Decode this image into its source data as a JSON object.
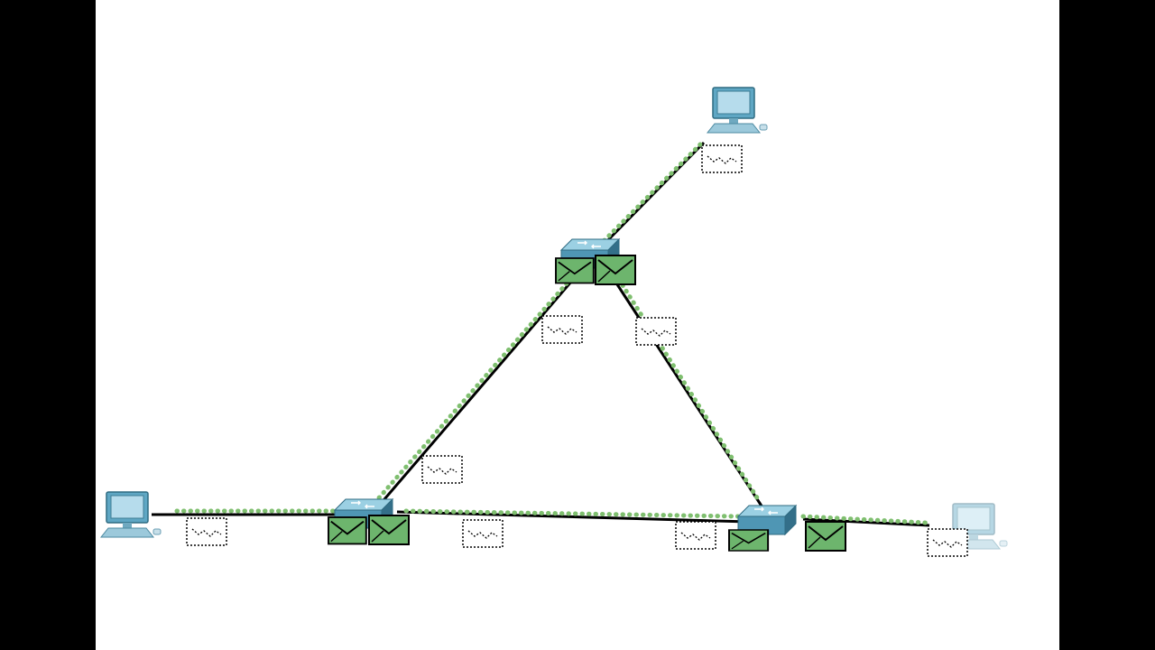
{
  "diagram": {
    "type": "network-topology",
    "nodes": [
      {
        "id": "pc-top",
        "kind": "pc"
      },
      {
        "id": "switch-top",
        "kind": "switch"
      },
      {
        "id": "switch-left",
        "kind": "switch"
      },
      {
        "id": "switch-right",
        "kind": "switch"
      },
      {
        "id": "pc-left",
        "kind": "pc"
      },
      {
        "id": "pc-right",
        "kind": "pc",
        "faded": true
      }
    ],
    "links": [
      {
        "from": "pc-top",
        "to": "switch-top"
      },
      {
        "from": "switch-top",
        "to": "switch-left"
      },
      {
        "from": "switch-top",
        "to": "switch-right"
      },
      {
        "from": "switch-left",
        "to": "switch-right"
      },
      {
        "from": "pc-left",
        "to": "switch-left"
      },
      {
        "from": "switch-right",
        "to": "pc-right"
      }
    ],
    "packet_count_inflight": 8,
    "packet_count_arrived": 6,
    "colors": {
      "background": "#ffffff",
      "frame": "#000000",
      "link": "#000000",
      "packet_trail": "#7fbf6f",
      "packet_fill": "#6db56d",
      "device_blue": "#5fa7c4",
      "device_faded": "#bfe0ee"
    }
  }
}
